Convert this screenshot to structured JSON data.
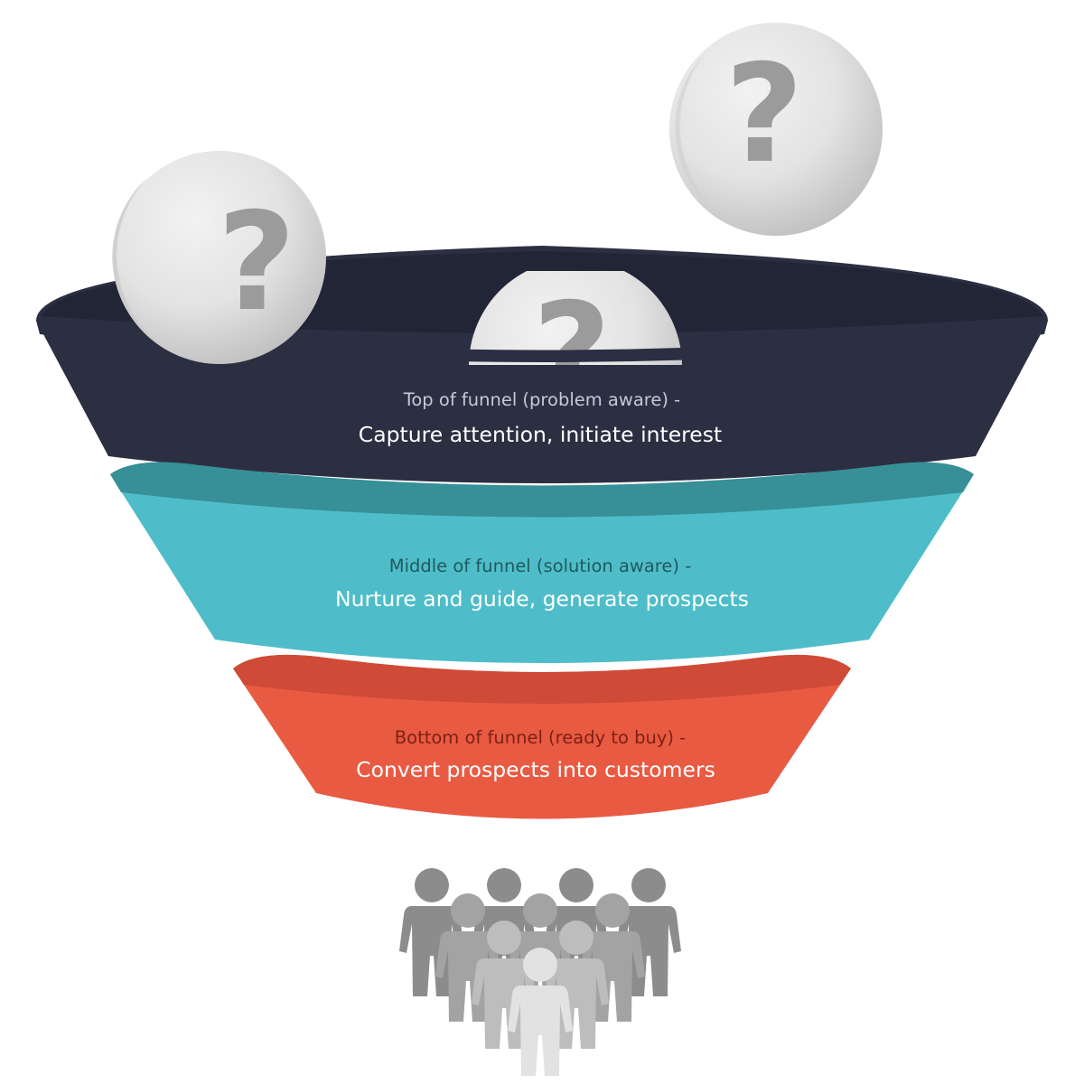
{
  "stages": [
    {
      "id": "top",
      "label": "Top of funnel (problem aware) -",
      "description": "Capture attention, initiate interest",
      "colors": {
        "body": "#2c2f42",
        "rim": "#222535",
        "label": "#c5c9d6",
        "description": "#ffffff"
      }
    },
    {
      "id": "middle",
      "label": "Middle of funnel (solution aware) -",
      "description": "Nurture and guide, generate prospects",
      "colors": {
        "body": "#4ebdc9",
        "rim": "#378f97",
        "label": "#1e5a5f",
        "description": "#ffffff"
      }
    },
    {
      "id": "bottom",
      "label": "Bottom of funnel (ready to buy) -",
      "description": "Convert prospects into customers",
      "colors": {
        "body": "#e95a43",
        "rim": "#cf4a37",
        "label": "#7e2112",
        "description": "#ffffff"
      }
    }
  ],
  "question_glyph": "?",
  "icons": {
    "question_ball": "question-ball-icon",
    "person": "person-icon"
  }
}
